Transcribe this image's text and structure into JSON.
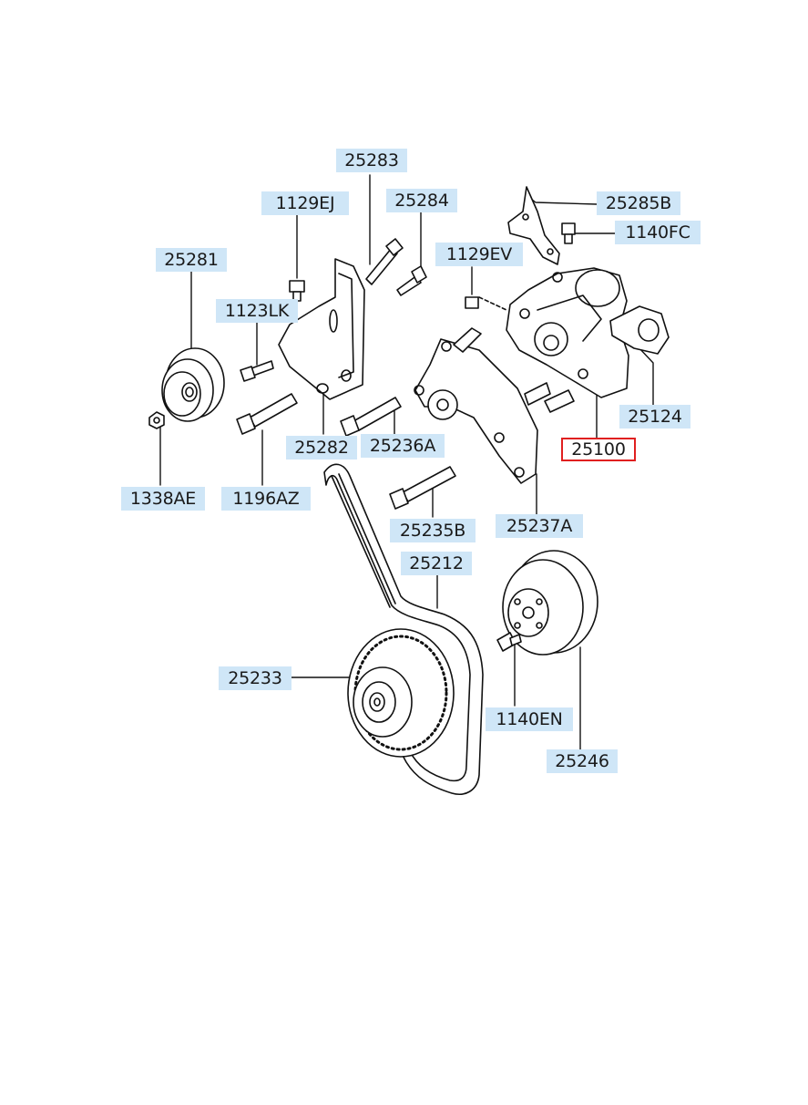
{
  "diagram": {
    "highlight_color": "#e02020",
    "label_bg": "#cfe6f7",
    "parts": [
      {
        "id": "p25283",
        "label": "25283"
      },
      {
        "id": "p1129EJ",
        "label": "1129EJ"
      },
      {
        "id": "p25284",
        "label": "25284"
      },
      {
        "id": "p25285B",
        "label": "25285B"
      },
      {
        "id": "p1140FC",
        "label": "1140FC"
      },
      {
        "id": "p25281",
        "label": "25281"
      },
      {
        "id": "p1129EV",
        "label": "1129EV"
      },
      {
        "id": "p1123LK",
        "label": "1123LK"
      },
      {
        "id": "p25124",
        "label": "25124"
      },
      {
        "id": "p25282",
        "label": "25282"
      },
      {
        "id": "p25236A",
        "label": "25236A"
      },
      {
        "id": "p25100",
        "label": "25100",
        "highlighted": true
      },
      {
        "id": "p1338AE",
        "label": "1338AE"
      },
      {
        "id": "p1196AZ",
        "label": "1196AZ"
      },
      {
        "id": "p25237A",
        "label": "25237A"
      },
      {
        "id": "p25235B",
        "label": "25235B"
      },
      {
        "id": "p25212",
        "label": "25212"
      },
      {
        "id": "p25233",
        "label": "25233"
      },
      {
        "id": "p1140EN",
        "label": "1140EN"
      },
      {
        "id": "p25246",
        "label": "25246"
      }
    ]
  }
}
